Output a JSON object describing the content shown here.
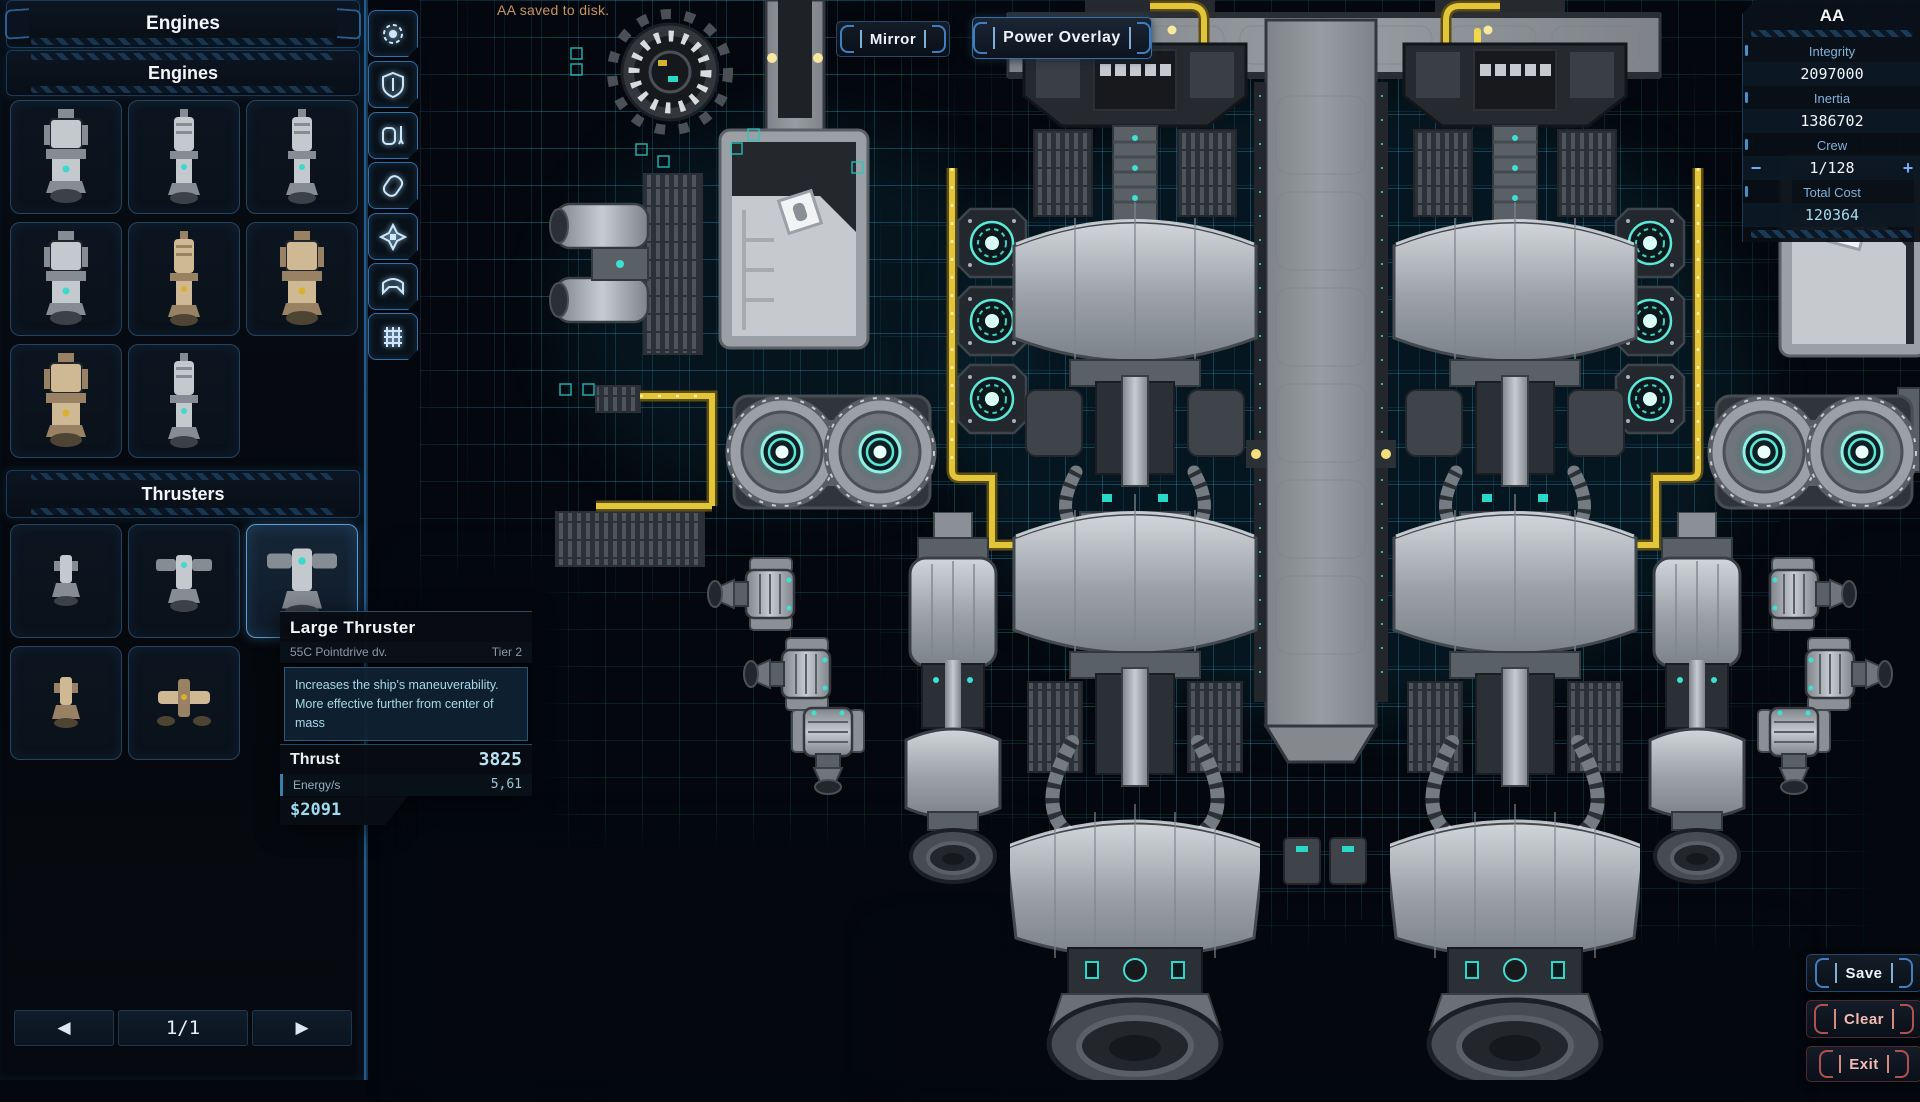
{
  "notification": {
    "text": "AA saved to disk."
  },
  "toolbar": {
    "mirror_label": "Mirror",
    "power_overlay_label": "Power Overlay"
  },
  "sidebar": {
    "title": "Engines",
    "sections": [
      {
        "label": "Engines",
        "parts": [
          {
            "kind": "engine-silver-heavy",
            "palette": "silver",
            "selected": false
          },
          {
            "kind": "engine-silver-slim",
            "palette": "silver",
            "selected": false
          },
          {
            "kind": "engine-silver-slim",
            "palette": "silver",
            "selected": false
          },
          {
            "kind": "engine-silver-heavy",
            "palette": "silver",
            "selected": false
          },
          {
            "kind": "engine-tan-slim",
            "palette": "tan",
            "selected": false
          },
          {
            "kind": "engine-tan-heavy",
            "palette": "tan",
            "selected": false
          },
          {
            "kind": "engine-tan-ornate",
            "palette": "tan",
            "selected": false
          },
          {
            "kind": "engine-silver-slim",
            "palette": "silver",
            "selected": false
          }
        ]
      },
      {
        "label": "Thrusters",
        "parts": [
          {
            "kind": "thruster-small",
            "palette": "silver",
            "selected": false
          },
          {
            "kind": "thruster-t",
            "palette": "silver",
            "selected": false
          },
          {
            "kind": "thruster-t-large",
            "palette": "silver",
            "selected": true
          },
          {
            "kind": "thruster-tan-small",
            "palette": "tan",
            "selected": false
          },
          {
            "kind": "thruster-tan-wide",
            "palette": "tan",
            "selected": false
          }
        ]
      }
    ],
    "pagination": {
      "prev_icon": "◀",
      "label": "1/1",
      "next_icon": "▶"
    }
  },
  "category_tabs": [
    {
      "icon": "gear-icon"
    },
    {
      "icon": "shield-icon"
    },
    {
      "icon": "weapons-icon"
    },
    {
      "icon": "module-icon"
    },
    {
      "icon": "thruster-star-icon"
    },
    {
      "icon": "cockpit-icon"
    },
    {
      "icon": "structure-icon"
    }
  ],
  "tooltip": {
    "title": "Large Thruster",
    "maker": "55C Pointdrive dv.",
    "tier": "Tier 2",
    "description": "Increases the ship's maneuverability. More effective further from center of mass",
    "stats": [
      {
        "label": "Thrust",
        "value": "3825"
      },
      {
        "label": "Energy/s",
        "value": "5,61"
      }
    ],
    "price": "$2091"
  },
  "ship_panel": {
    "name": "AA",
    "stats": [
      {
        "label": "Integrity",
        "value": "2097000"
      },
      {
        "label": "Inertia",
        "value": "1386702"
      },
      {
        "label": "Crew",
        "value": "1/128"
      },
      {
        "label": "Total Cost",
        "value": "120364"
      }
    ],
    "crew_stepper": {
      "minus_label": "−",
      "plus_label": "+"
    }
  },
  "actions": [
    {
      "label": "Save",
      "accent": "blue"
    },
    {
      "label": "Clear",
      "accent": "red"
    },
    {
      "label": "Exit",
      "accent": "red"
    }
  ],
  "colors": {
    "accent_blue": "#3f7fc0",
    "teal_glow": "#3fd8cc",
    "conduit_yellow": "#e3c53a",
    "notification_tan": "#c9935f",
    "price_cyan": "#9adcf0",
    "danger_red": "#b05050"
  }
}
